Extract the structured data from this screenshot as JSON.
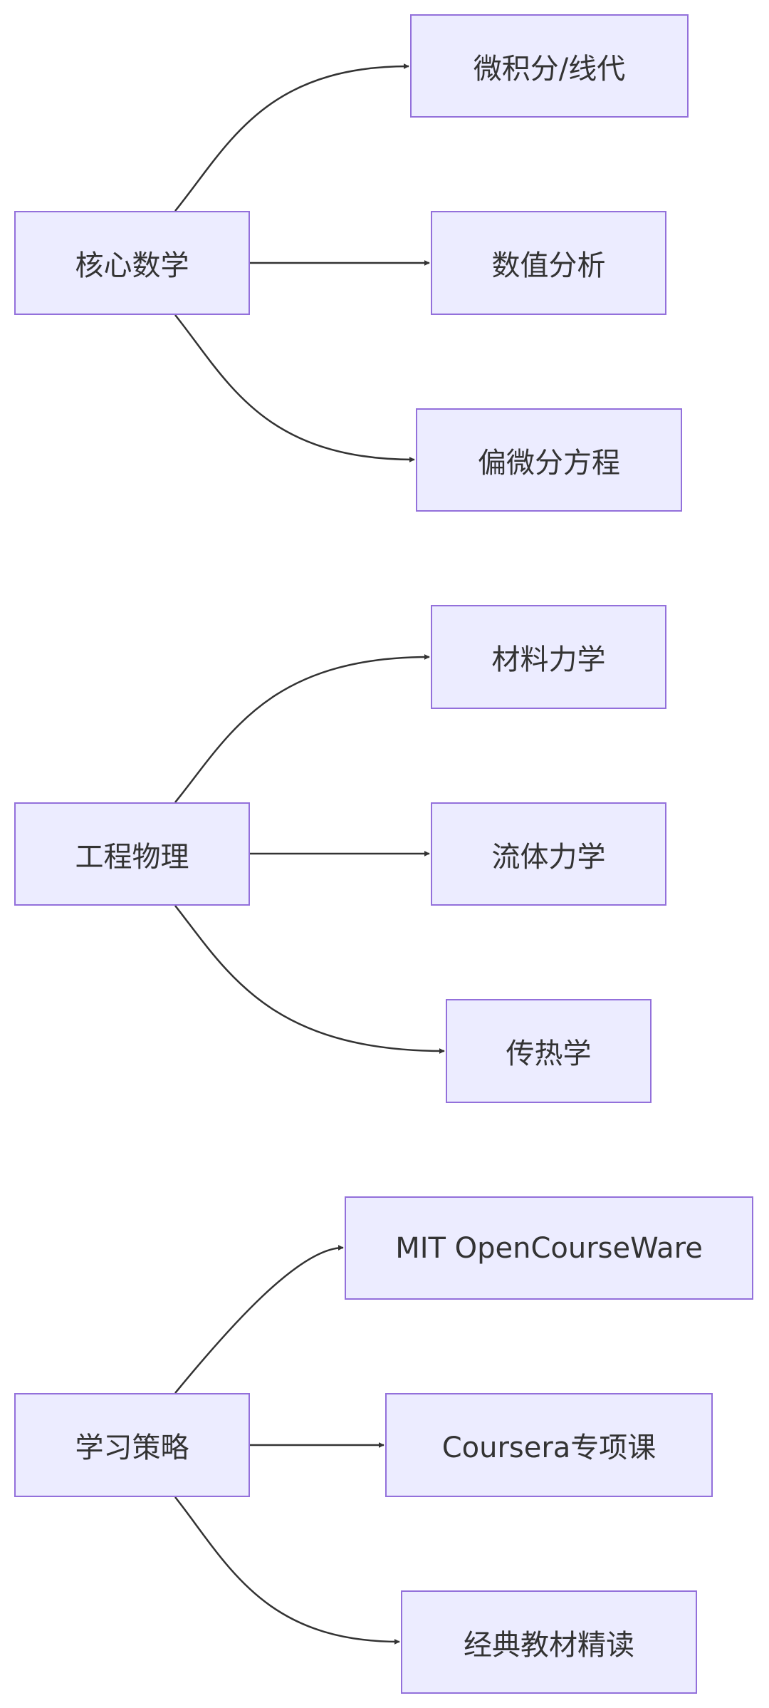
{
  "diagram": {
    "groups": [
      {
        "source": "核心数学",
        "targets": [
          "微积分/线代",
          "数值分析",
          "偏微分方程"
        ]
      },
      {
        "source": "工程物理",
        "targets": [
          "材料力学",
          "流体力学",
          "传热学"
        ]
      },
      {
        "source": "学习策略",
        "targets": [
          "MIT OpenCourseWare",
          "Coursera专项课",
          "经典教材精读"
        ]
      }
    ]
  },
  "colors": {
    "node_fill": "#ECECFF",
    "node_border": "#9370DB",
    "text": "#333333",
    "edge": "#333333"
  }
}
